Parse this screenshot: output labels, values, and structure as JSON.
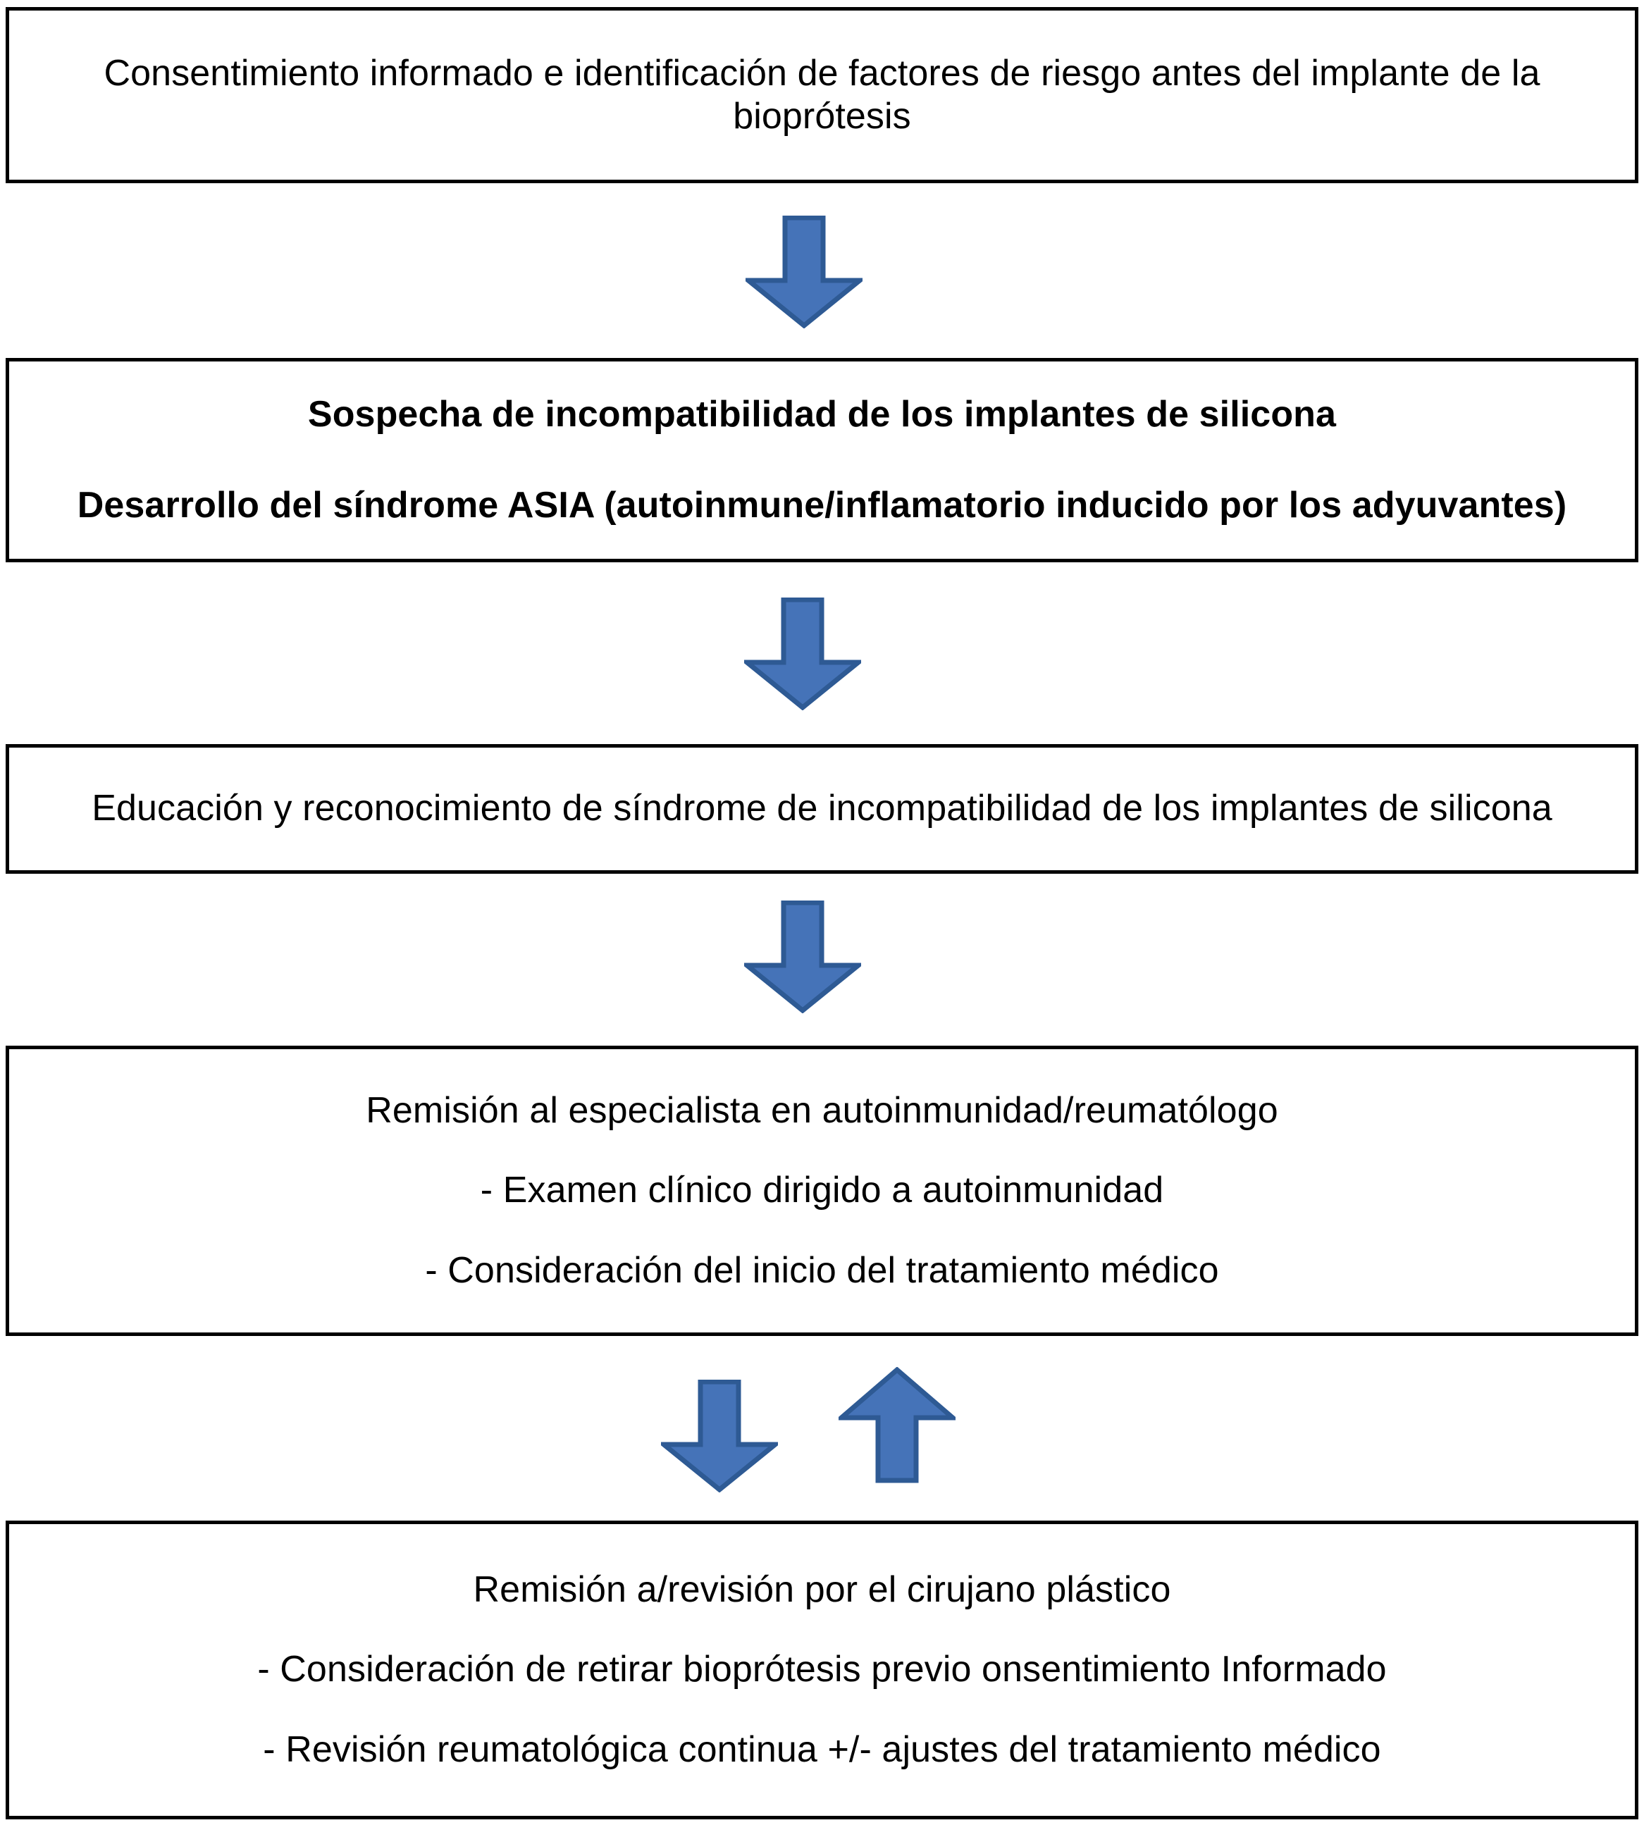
{
  "figure": {
    "kind": "clinical-flowchart",
    "language": "es",
    "colors": {
      "box_border": "#000000",
      "box_fill": "#ffffff",
      "text": "#000000",
      "arrow_fill": "#4573B8",
      "arrow_stroke": "#2E5A94",
      "background": "#ffffff"
    }
  },
  "nodes": [
    {
      "id": "node-consent",
      "emphasis": "normal",
      "lines": [
        "Consentimiento informado e identificación de factores de riesgo antes del implante de la bioprótesis"
      ]
    },
    {
      "id": "node-suspicion",
      "emphasis": "bold",
      "lines": [
        "Sospecha de incompatibilidad de los implantes de silicona",
        "Desarrollo del síndrome ASIA (autoinmune/inflamatorio inducido por los adyuvantes)"
      ]
    },
    {
      "id": "node-education",
      "emphasis": "normal",
      "lines": [
        "Educación y reconocimiento de síndrome de incompatibilidad de los implantes de silicona"
      ]
    },
    {
      "id": "node-referral-rheum",
      "emphasis": "normal",
      "lines": [
        "Remisión al especialista en autoinmunidad/reumatólogo",
        "- Examen clínico dirigido a autoinmunidad",
        "- Consideración del inicio del tratamiento médico"
      ]
    },
    {
      "id": "node-referral-surgeon",
      "emphasis": "normal",
      "lines": [
        "Remisión a/revisión por el cirujano plástico",
        "- Consideración de retirar bioprótesis previo onsentimiento Informado",
        "- Revisión reumatológica continua +/- ajustes del tratamiento médico"
      ]
    }
  ],
  "connectors": [
    {
      "id": "arrow-1",
      "direction": "down",
      "from": "node-consent",
      "to": "node-suspicion"
    },
    {
      "id": "arrow-2",
      "direction": "down",
      "from": "node-suspicion",
      "to": "node-education"
    },
    {
      "id": "arrow-3",
      "direction": "down",
      "from": "node-education",
      "to": "node-referral-rheum"
    },
    {
      "id": "arrow-4",
      "direction": "down",
      "from": "node-referral-rheum",
      "to": "node-referral-surgeon"
    },
    {
      "id": "arrow-5",
      "direction": "up",
      "from": "node-referral-surgeon",
      "to": "node-referral-rheum"
    }
  ]
}
